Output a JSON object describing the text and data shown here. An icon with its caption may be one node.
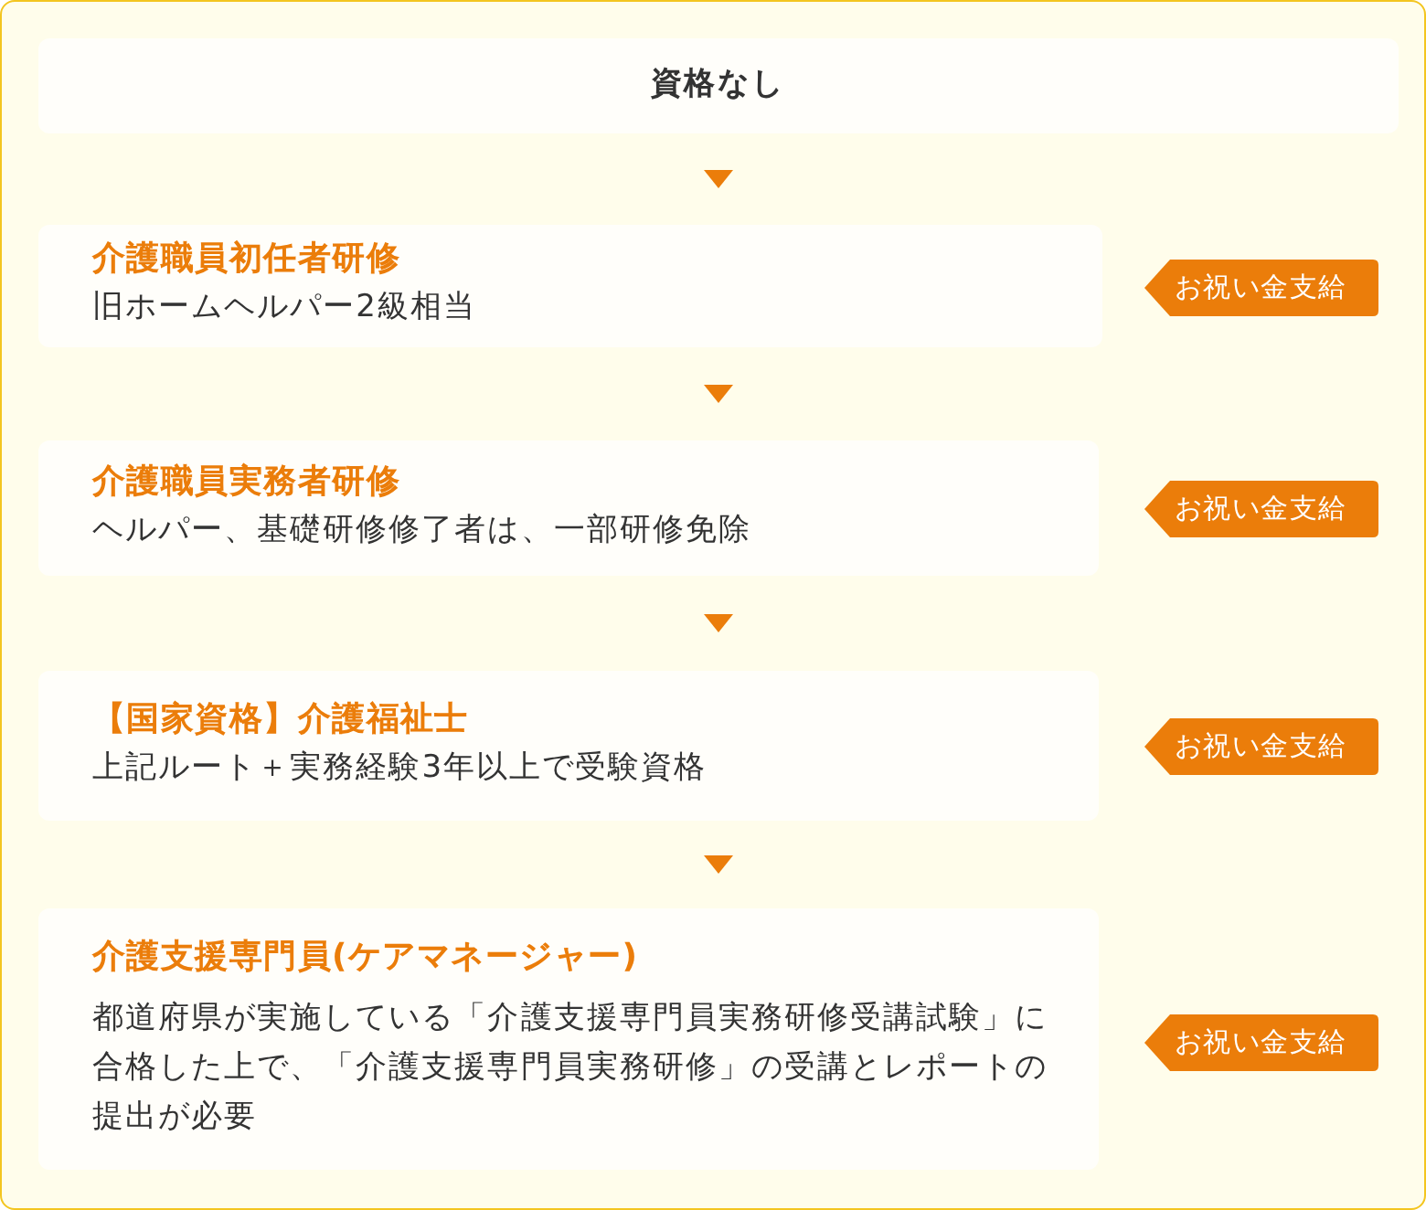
{
  "diagram": {
    "nodes": [
      {
        "text": [
          "資格なし"
        ]
      },
      {
        "text": [
          "介護職員初任者研修",
          "旧ホームヘルパー2級相当"
        ]
      },
      {
        "text": [
          "お祝い金支給"
        ]
      },
      {
        "text": [
          "介護職員実務者研修",
          "ヘルパー、基礎研修修了者は、一部研修免除"
        ]
      },
      {
        "text": [
          "お祝い金支給"
        ]
      },
      {
        "text": [
          "【国家資格】介護福祉士",
          "上記ルート＋実務経験3年以上で受験資格"
        ]
      },
      {
        "text": [
          "お祝い金支給"
        ]
      },
      {
        "text": [
          "介護支援専門員(ケアマネージャー)",
          "都道府県が実施している「介護支援専門員実務研修受講試験」に合格した上で、「介護支援専門員実務研修」の受講とレポートの提出が必要"
        ]
      },
      {
        "text": [
          "お祝い金支給"
        ]
      }
    ],
    "edges": [
      {
        "from": 0,
        "to": 1,
        "arrow": "to"
      },
      {
        "from": 1,
        "to": 3,
        "arrow": "to"
      },
      {
        "from": 3,
        "to": 5,
        "arrow": "to"
      },
      {
        "from": 5,
        "to": 7,
        "arrow": "to"
      }
    ]
  }
}
